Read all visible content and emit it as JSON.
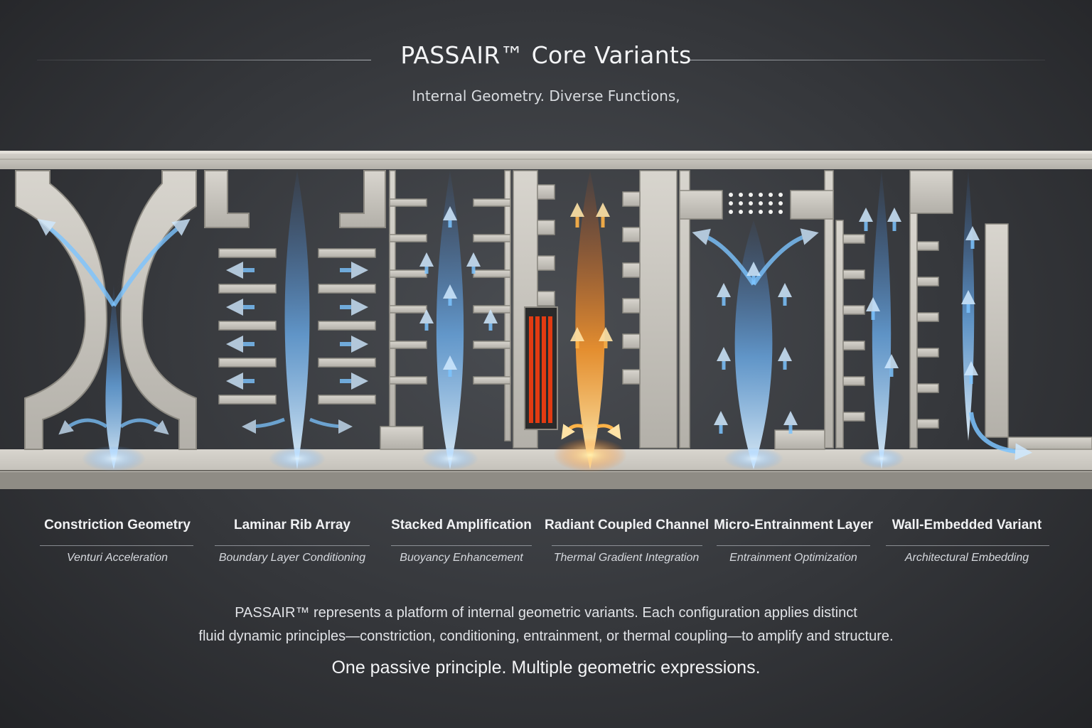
{
  "header": {
    "title": "PASSAIR™ Core Variants",
    "subtitle": "Internal Geometry. Diverse Functions,"
  },
  "variants": [
    {
      "label": "Constriction Geometry",
      "sublabel": "Venturi Acceleration",
      "flow": "blue"
    },
    {
      "label": "Laminar Rib Array",
      "sublabel": "Boundary Layer Conditioning",
      "flow": "blue"
    },
    {
      "label": "Stacked Amplification",
      "sublabel": "Buoyancy Enhancement",
      "flow": "blue"
    },
    {
      "label": "Radiant Coupled Channel",
      "sublabel": "Thermal Gradient Integration",
      "flow": "orange"
    },
    {
      "label": "Micro-Entrainment Layer",
      "sublabel": "Entrainment Optimization",
      "flow": "blue"
    },
    {
      "label": "Wall-Embedded Variant",
      "sublabel": "Architectural Embedding",
      "flow": "blue"
    }
  ],
  "footer": {
    "description_line1": "PASSAIR™ represents a platform of internal geometric variants. Each configuration applies distinct",
    "description_line2": "fluid dynamic principles—constriction, conditioning, entrainment, or thermal coupling—to amplify and structure.",
    "tagline": "One passive principle. Multiple geometric expressions."
  },
  "colors": {
    "airflow_blue": "#7cc4ff",
    "thermal_orange": "#ff9a2a",
    "heater_red": "#e23b12",
    "concrete": "#c9c6bf"
  }
}
